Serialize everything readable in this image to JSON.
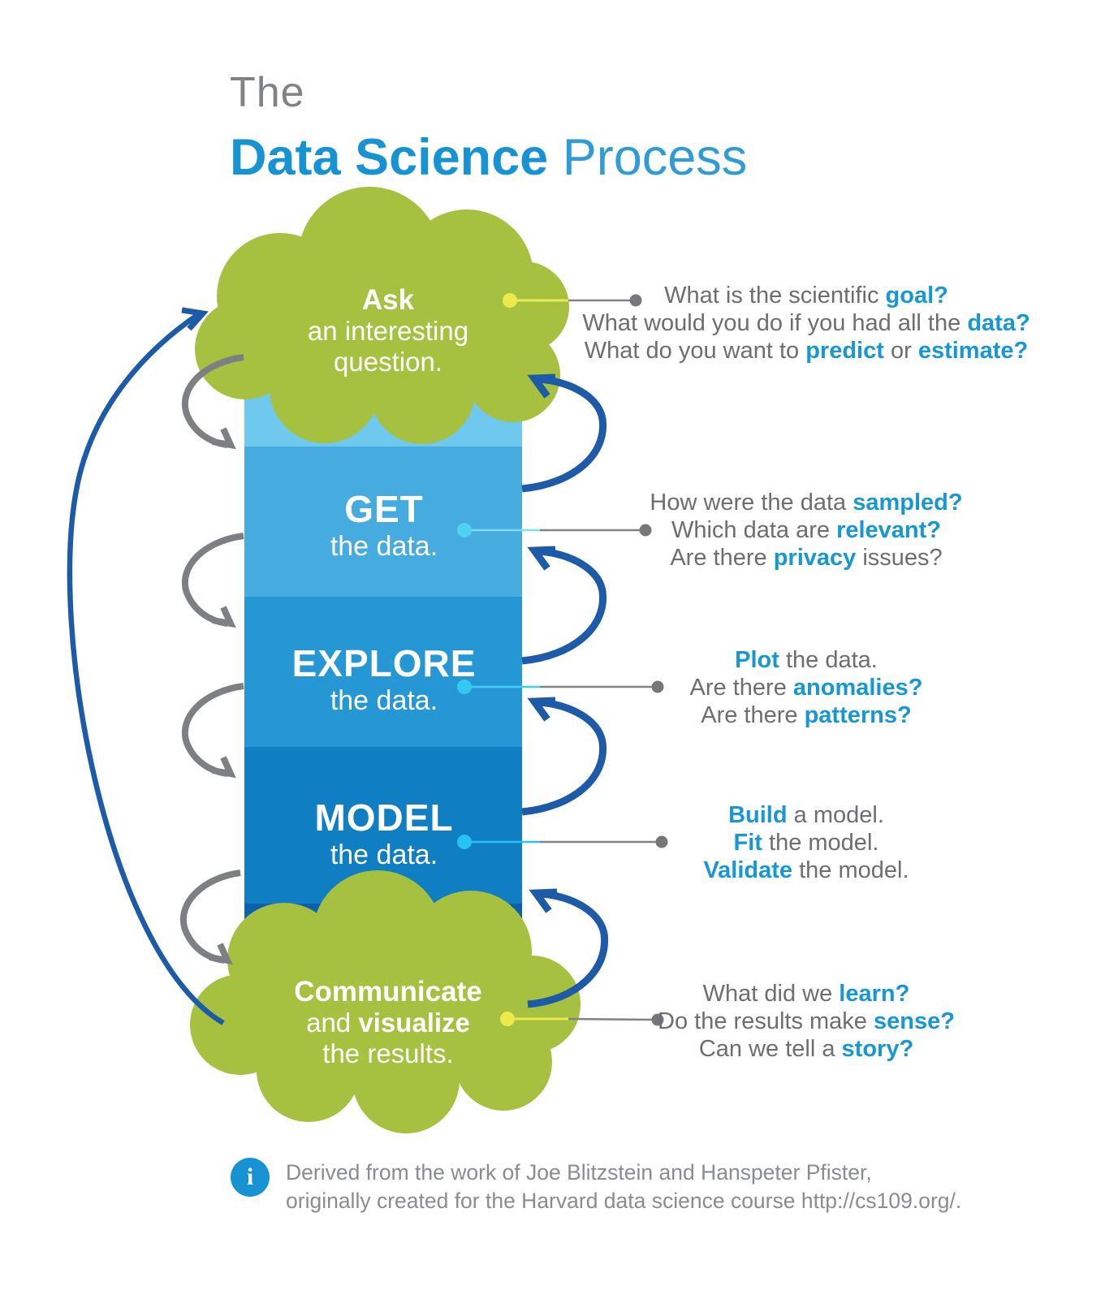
{
  "title": {
    "pre": "The",
    "strong": "Data Science",
    "light": " Process"
  },
  "stages": {
    "ask": {
      "bold": "Ask",
      "line2": "an interesting",
      "line3": "question."
    },
    "get": {
      "title": "GET",
      "sub": "the data."
    },
    "explore": {
      "title": "EXPLORE",
      "sub": "the data."
    },
    "model": {
      "title": "MODEL",
      "sub": "the data."
    },
    "communicate": {
      "line1": "Communicate",
      "line2a": "and ",
      "line2b": "visualize",
      "line3": "the results."
    }
  },
  "annotations": {
    "ask": {
      "l1a": "What is the scientific ",
      "l1b": "goal?",
      "l2a": "What would you do if you had all the ",
      "l2b": "data?",
      "l3a": "What do you want to ",
      "l3b": "predict",
      "l3c": " or ",
      "l3d": "estimate?"
    },
    "get": {
      "l1a": "How were the data ",
      "l1b": "sampled?",
      "l2a": "Which data are ",
      "l2b": "relevant?",
      "l3a": "Are there ",
      "l3b": "privacy",
      "l3c": " issues?"
    },
    "explore": {
      "l1b": "Plot",
      "l1c": " the data.",
      "l2a": "Are there ",
      "l2b": "anomalies?",
      "l3a": "Are there ",
      "l3b": "patterns?"
    },
    "model": {
      "l1b": "Build",
      "l1c": " a model.",
      "l2b": "Fit",
      "l2c": " the model.",
      "l3b": "Validate",
      "l3c": " the model."
    },
    "communicate": {
      "l1a": "What did we ",
      "l1b": "learn?",
      "l2a": "Do the results make ",
      "l2b": "sense?",
      "l3a": "Can we tell a ",
      "l3b": "story?"
    }
  },
  "footer": {
    "icon": "i",
    "line1": "Derived from the work of Joe Blitzstein and Hanspeter Pfister,",
    "line2": "originally created for the Harvard data science course http://cs109.org/."
  },
  "colors": {
    "accent_blue": "#1797d3",
    "text_gray": "#6d6e71",
    "footer_gray": "#8a8c8f",
    "cloud_green": "#a5c13f",
    "band_light": "#6fc9ee",
    "band_get": "#46abdf",
    "band_explore": "#2697d5",
    "band_model": "#0f7ec3",
    "band_dark": "#0b61ab",
    "arrow_blue": "#1d5ba8",
    "arrow_gray": "#7d7f82",
    "dot_yellow": "#ebe94c",
    "dot_cyan": "#33c9f2"
  }
}
